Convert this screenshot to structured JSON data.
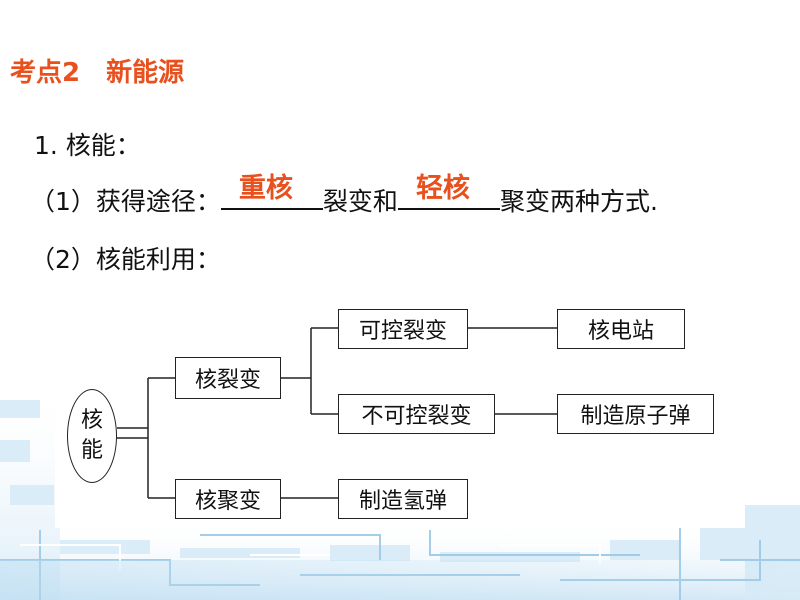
{
  "heading": {
    "label": "考点2",
    "title": "新能源"
  },
  "section": {
    "title": "1. 核能："
  },
  "item1": {
    "prefix": "（1）获得途径：",
    "answer1": "重核",
    "middle": "裂变和",
    "answer2": "轻核",
    "suffix": "聚变两种方式."
  },
  "item2": {
    "text": "（2）核能利用："
  },
  "diagram": {
    "root_line1": "核",
    "root_line2": "能",
    "fission": "核裂变",
    "fusion": "核聚变",
    "controlled": "可控裂变",
    "uncontrolled": "不可控裂变",
    "power_station": "核电站",
    "atomic_bomb": "制造原子弹",
    "hydrogen_bomb": "制造氢弹"
  },
  "colors": {
    "accent": "#e8501d",
    "text": "#111111",
    "deco": "#9cc8e6"
  }
}
